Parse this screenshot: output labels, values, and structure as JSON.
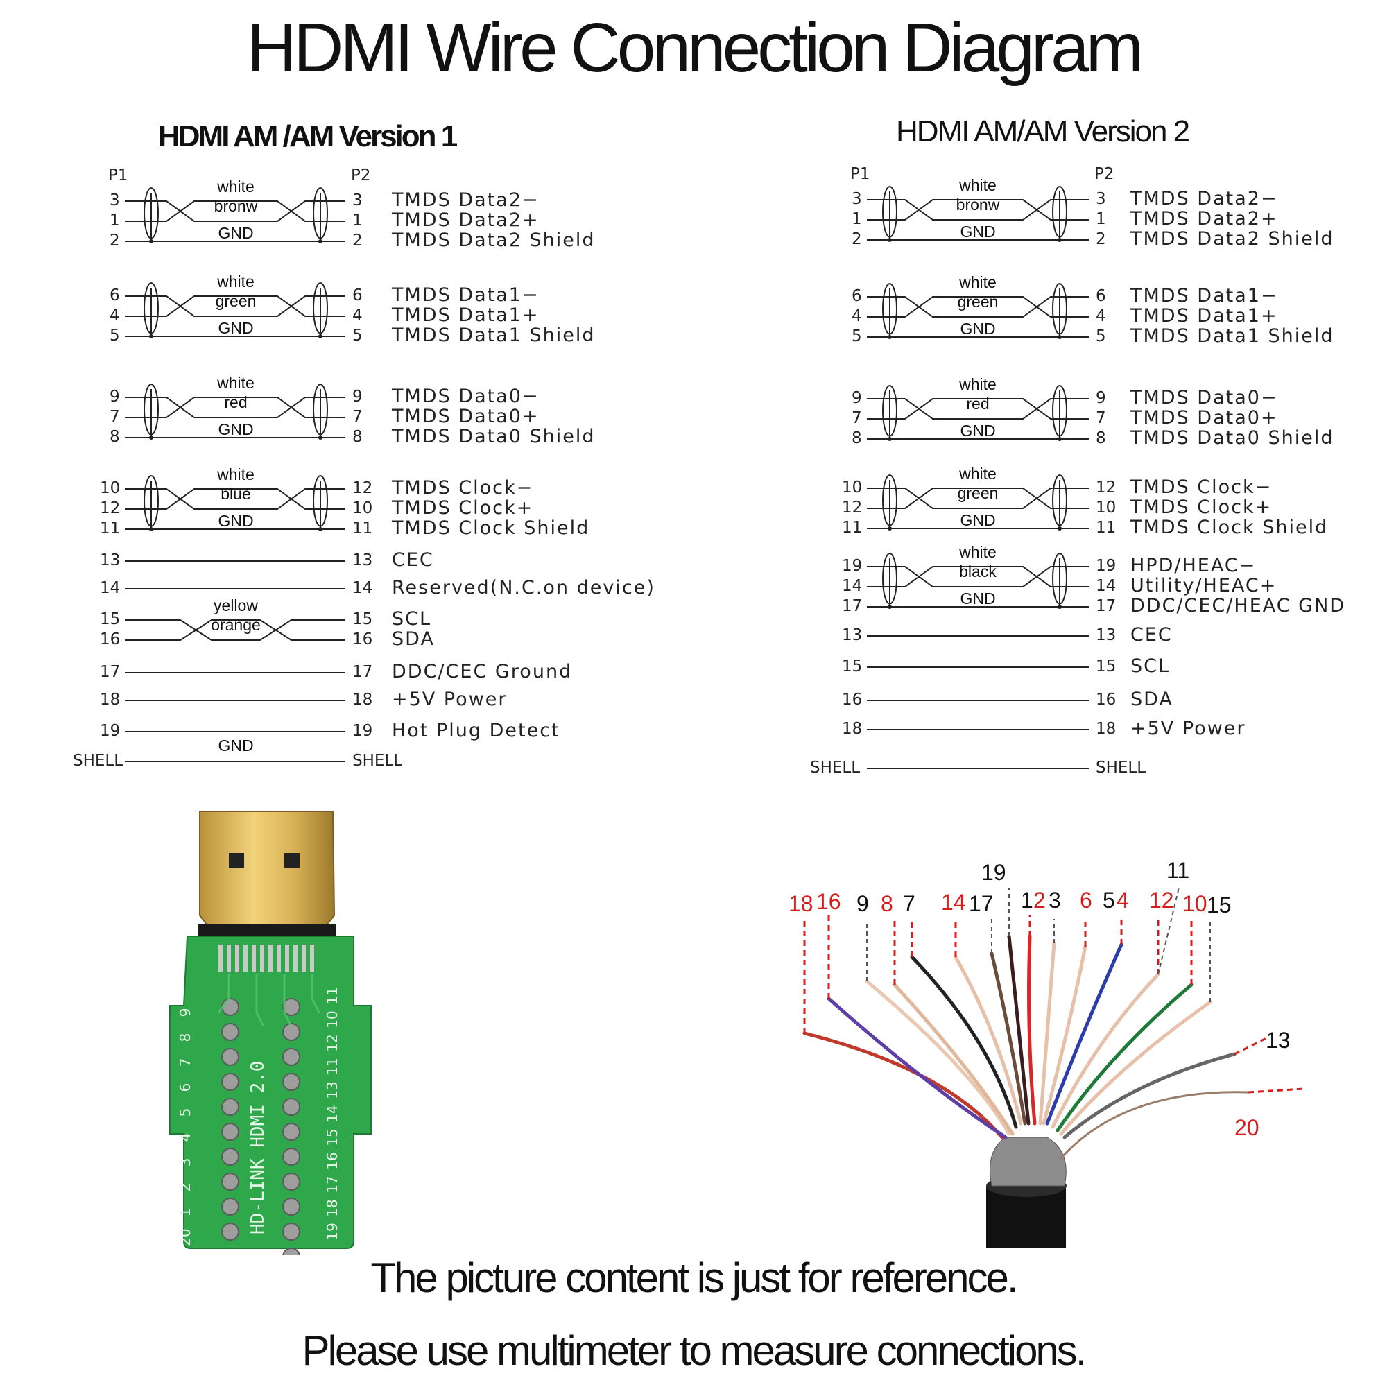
{
  "title": "HDMI Wire Connection Diagram",
  "footer": {
    "line1": "The picture content is just for reference.",
    "line2": "Please use multimeter to measure connections."
  },
  "version1": {
    "title": "HDMI AM /AM  Version 1",
    "p1": "P1",
    "p2": "P2",
    "shell_left": "SHELL",
    "shell_right": "SHELL",
    "shell_wire": "GND",
    "pairs": [
      {
        "left_pins": [
          "3",
          "1",
          "2"
        ],
        "right_pins": [
          "3",
          "1",
          "2"
        ],
        "wires": [
          "white",
          "bronw",
          "GND"
        ],
        "signals": [
          "TMDS  Data2−",
          "TMDS  Data2+",
          "TMDS  Data2  Shield"
        ]
      },
      {
        "left_pins": [
          "6",
          "4",
          "5"
        ],
        "right_pins": [
          "6",
          "4",
          "5"
        ],
        "wires": [
          "white",
          "green",
          "GND"
        ],
        "signals": [
          "TMDS  Data1−",
          "TMDS  Data1+",
          "TMDS  Data1  Shield"
        ]
      },
      {
        "left_pins": [
          "9",
          "7",
          "8"
        ],
        "right_pins": [
          "9",
          "7",
          "8"
        ],
        "wires": [
          "white",
          "red",
          "GND"
        ],
        "signals": [
          "TMDS  Data0−",
          "TMDS  Data0+",
          "TMDS  Data0  Shield"
        ]
      },
      {
        "left_pins": [
          "10",
          "12",
          "11"
        ],
        "right_pins": [
          "12",
          "10",
          "11"
        ],
        "wires": [
          "white",
          "blue",
          "GND"
        ],
        "signals": [
          "TMDS  Clock−",
          "TMDS  Clock+",
          "TMDS  Clock  Shield"
        ]
      }
    ],
    "singles": [
      {
        "left": "13",
        "right": "13",
        "signal": "CEC"
      },
      {
        "left": "14",
        "right": "14",
        "signal": "Reserved(N.C.on  device)"
      }
    ],
    "twist": {
      "left_pins": [
        "15",
        "16"
      ],
      "right_pins": [
        "15",
        "16"
      ],
      "wires": [
        "yellow",
        "orange"
      ],
      "signals": [
        "SCL",
        "SDA"
      ]
    },
    "singles2": [
      {
        "left": "17",
        "right": "17",
        "signal": "DDC/CEC  Ground"
      },
      {
        "left": "18",
        "right": "18",
        "signal": "+5V  Power"
      },
      {
        "left": "19",
        "right": "19",
        "signal": "Hot  Plug  Detect"
      }
    ]
  },
  "version2": {
    "title": "HDMI AM/AM Version 2",
    "p1": "P1",
    "p2": "P2",
    "shell_left": "SHELL",
    "shell_right": "SHELL",
    "pairs": [
      {
        "left_pins": [
          "3",
          "1",
          "2"
        ],
        "right_pins": [
          "3",
          "1",
          "2"
        ],
        "wires": [
          "white",
          "bronw",
          "GND"
        ],
        "signals": [
          "TMDS  Data2−",
          "TMDS  Data2+",
          "TMDS  Data2  Shield"
        ]
      },
      {
        "left_pins": [
          "6",
          "4",
          "5"
        ],
        "right_pins": [
          "6",
          "4",
          "5"
        ],
        "wires": [
          "white",
          "green",
          "GND"
        ],
        "signals": [
          "TMDS  Data1−",
          "TMDS  Data1+",
          "TMDS  Data1  Shield"
        ]
      },
      {
        "left_pins": [
          "9",
          "7",
          "8"
        ],
        "right_pins": [
          "9",
          "7",
          "8"
        ],
        "wires": [
          "white",
          "red",
          "GND"
        ],
        "signals": [
          "TMDS  Data0−",
          "TMDS  Data0+",
          "TMDS  Data0  Shield"
        ]
      },
      {
        "left_pins": [
          "10",
          "12",
          "11"
        ],
        "right_pins": [
          "12",
          "10",
          "11"
        ],
        "wires": [
          "white",
          "green",
          "GND"
        ],
        "signals": [
          "TMDS  Clock−",
          "TMDS  Clock+",
          "TMDS  Clock  Shield"
        ]
      },
      {
        "left_pins": [
          "19",
          "14",
          "17"
        ],
        "right_pins": [
          "19",
          "14",
          "17"
        ],
        "wires": [
          "white",
          "black",
          "GND"
        ],
        "signals": [
          "HPD/HEAC−",
          "Utility/HEAC+",
          "DDC/CEC/HEAC  GND"
        ]
      }
    ],
    "singles": [
      {
        "left": "13",
        "right": "13",
        "signal": "CEC"
      },
      {
        "left": "15",
        "right": "15",
        "signal": "SCL"
      },
      {
        "left": "16",
        "right": "16",
        "signal": "SDA"
      },
      {
        "left": "18",
        "right": "18",
        "signal": "+5V  Power"
      }
    ]
  },
  "board": {
    "silk_name": "HD-LINK  HDMI 2.0",
    "left_labels": [
      "9",
      "8",
      "7",
      "6",
      "5",
      "4",
      "3",
      "2",
      "1",
      "20"
    ],
    "right_labels": [
      "11",
      "10",
      "12",
      "11",
      "13",
      "14",
      "15",
      "16",
      "17",
      "18",
      "19"
    ]
  },
  "cable_numbers": [
    {
      "text": "18",
      "color": "red"
    },
    {
      "text": "16",
      "color": "red"
    },
    {
      "text": "9",
      "color": "black"
    },
    {
      "text": "8",
      "color": "red"
    },
    {
      "text": "7",
      "color": "black"
    },
    {
      "text": "14",
      "color": "red"
    },
    {
      "text": "17",
      "color": "black"
    },
    {
      "text": "19",
      "color": "black"
    },
    {
      "text": "1",
      "color": "black"
    },
    {
      "text": "2",
      "color": "red"
    },
    {
      "text": "3",
      "color": "black"
    },
    {
      "text": "6",
      "color": "red"
    },
    {
      "text": "5",
      "color": "black"
    },
    {
      "text": "4",
      "color": "red"
    },
    {
      "text": "11",
      "color": "black"
    },
    {
      "text": "12",
      "color": "red"
    },
    {
      "text": "10",
      "color": "red"
    },
    {
      "text": "15",
      "color": "black"
    },
    {
      "text": "13",
      "color": "black"
    },
    {
      "text": "20",
      "color": "red"
    }
  ],
  "colors": {
    "red": "#d81b1b",
    "board_green": "#2ea84a",
    "gold": "#c9a54a"
  }
}
